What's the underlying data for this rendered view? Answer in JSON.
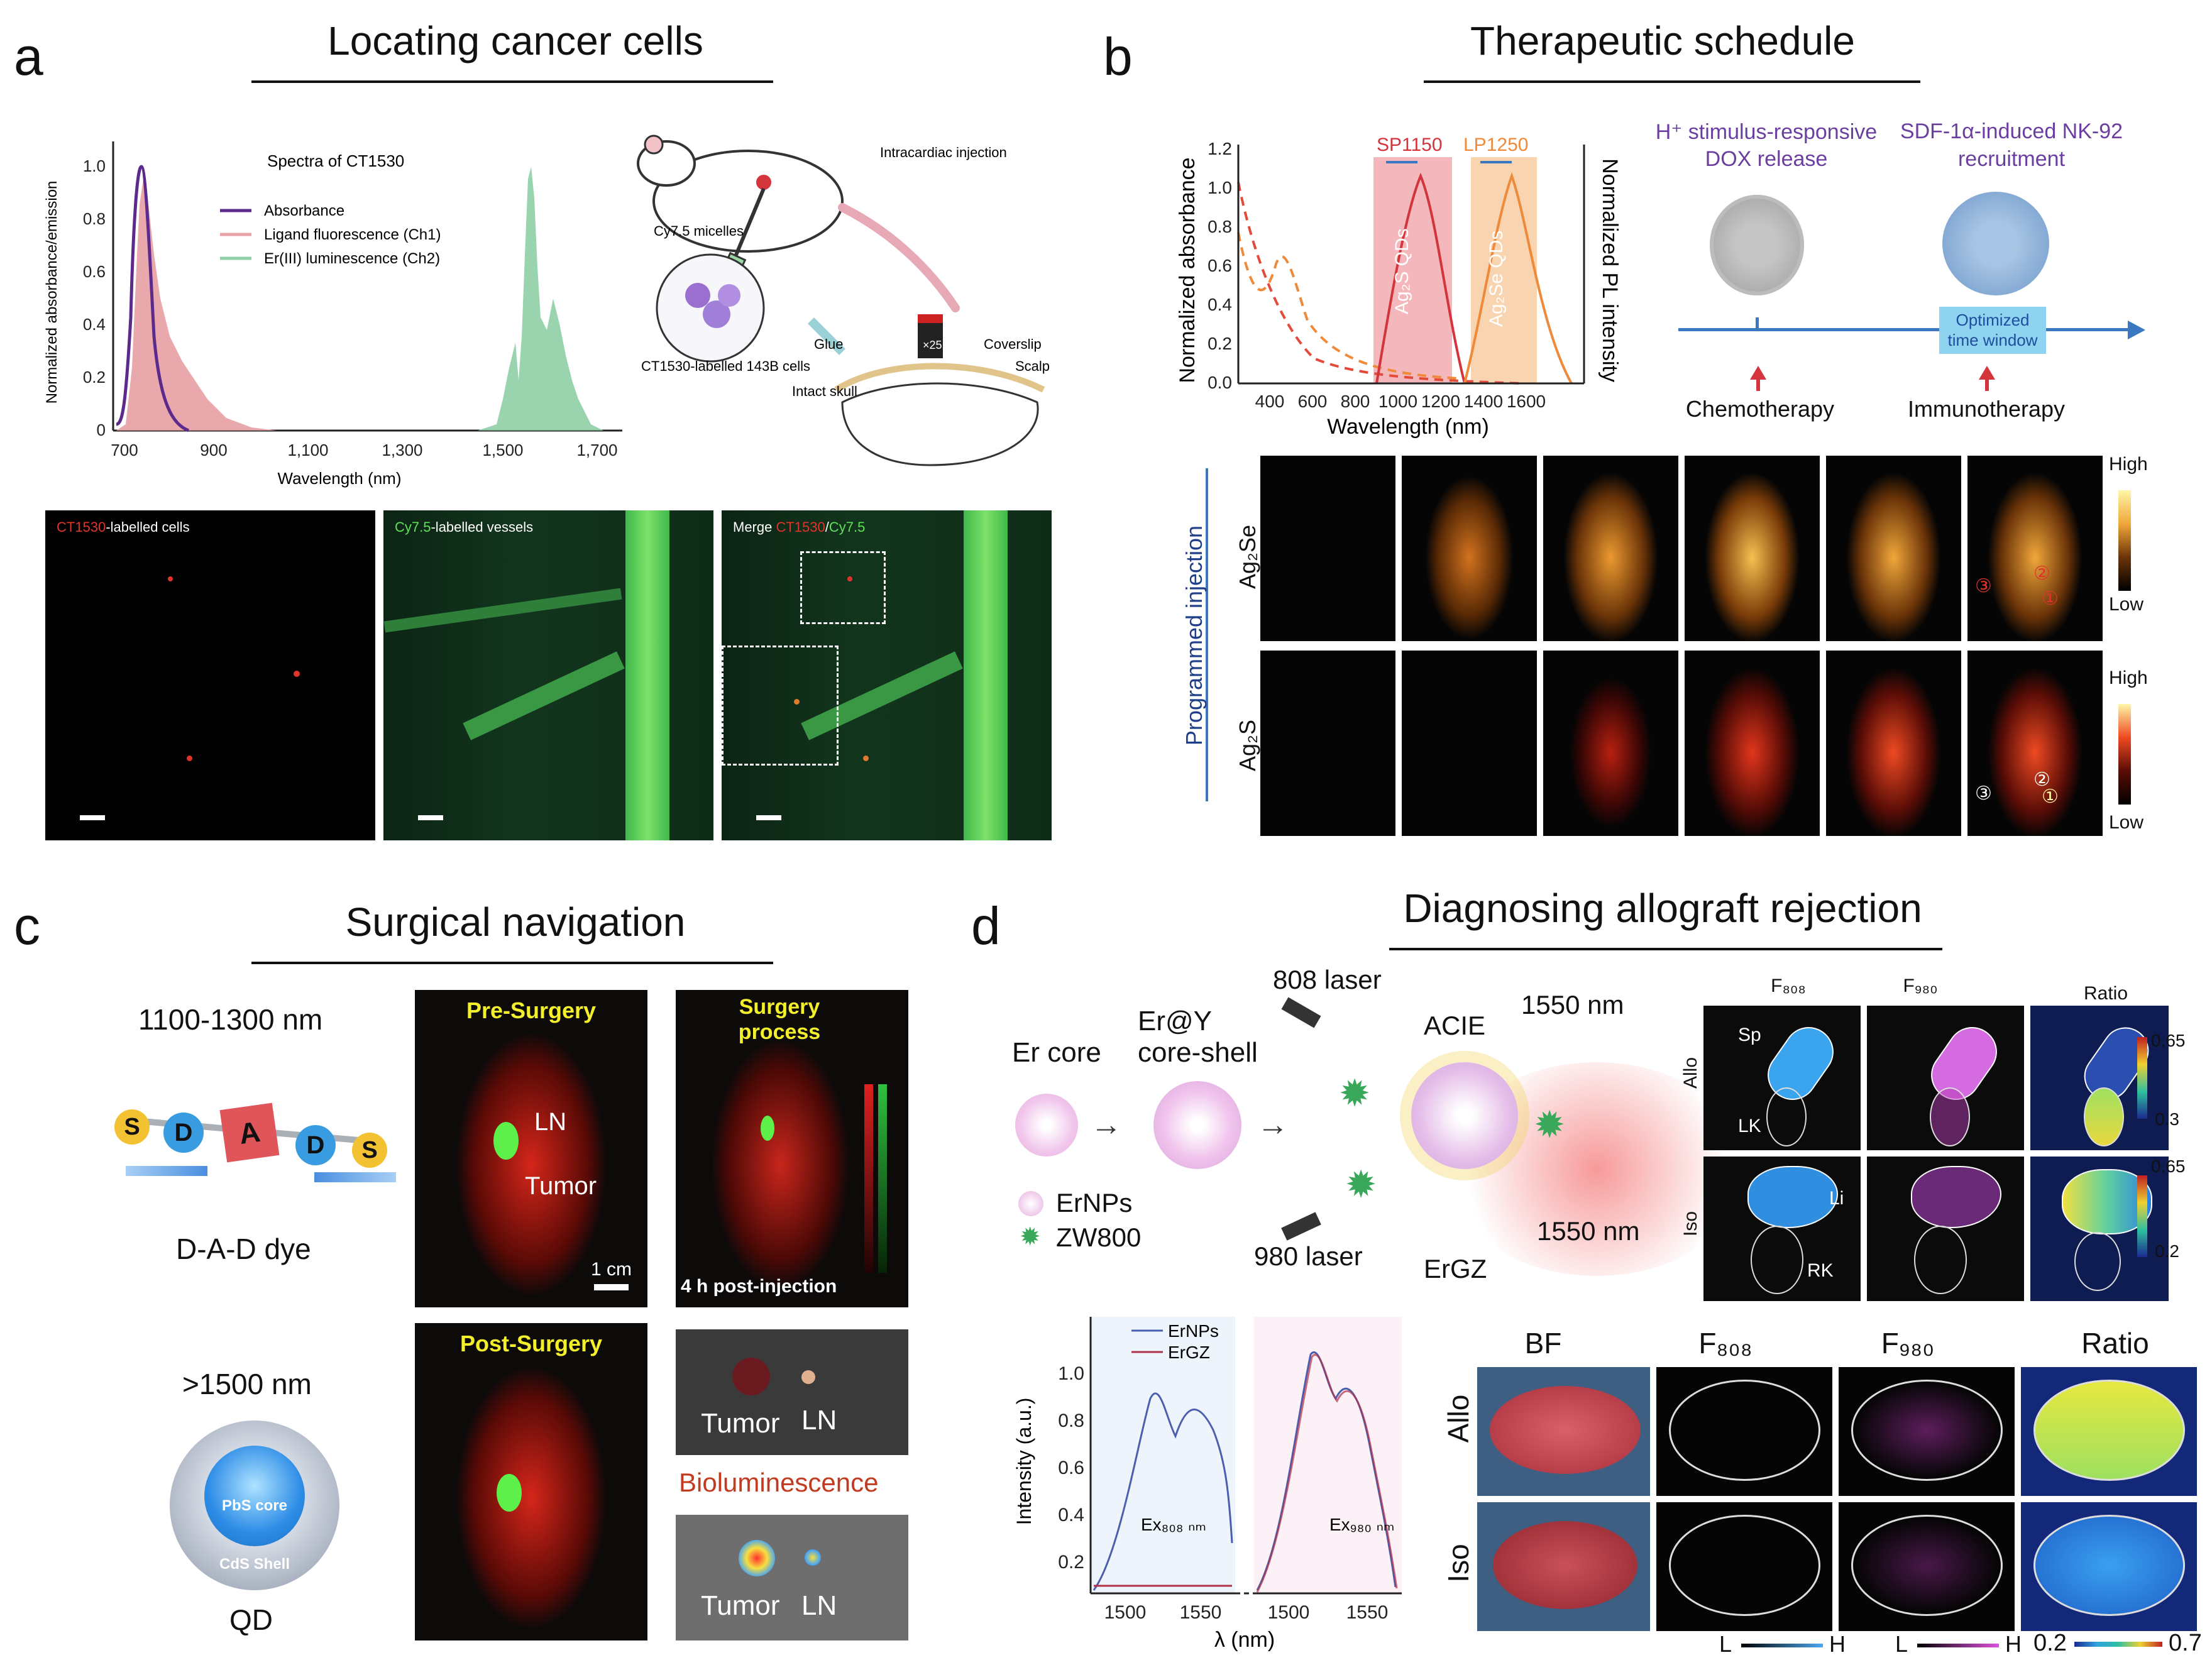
{
  "panels": {
    "a": {
      "letter": "a",
      "title": "Locating cancer cells",
      "chart": {
        "title": "Spectra of CT1530",
        "ylabel": "Normalized absorbance/emission",
        "xlabel": "Wavelength (nm)",
        "xticks": [
          "700",
          "900",
          "1,100",
          "1,300",
          "1,500",
          "1,700"
        ],
        "yticks": [
          "0",
          "0.2",
          "0.4",
          "0.6",
          "0.8",
          "1.0"
        ],
        "legend": [
          "Absorbance",
          "Ligand fluorescence (Ch1)",
          "Er(III) luminescence (Ch2)"
        ]
      },
      "schematic": {
        "intracardiac": "Intracardiac injection",
        "cy75": "Cy7.5 micelles",
        "ct1530cells": "CT1530-labelled 143B cells",
        "glue": "Glue",
        "coverslip": "Coverslip",
        "scalp": "Scalp",
        "intact_skull": "Intact skull",
        "objective": "×25"
      },
      "micro": {
        "m1": "-labelled cells",
        "m1_red": "CT1530",
        "m2": "-labelled vessels",
        "m2_green": "Cy7.5",
        "m3_prefix": "Merge ",
        "m3_red": "CT1530",
        "m3_sep": "/",
        "m3_green": "Cy7.5"
      }
    },
    "b": {
      "letter": "b",
      "title": "Therapeutic schedule",
      "chart": {
        "ylabel": "Normalized absorbance",
        "y2label": "Normalized PL intensity",
        "xlabel": "Wavelength (nm)",
        "xticks": [
          "400",
          "600",
          "800",
          "1000",
          "1200",
          "1400",
          "1600"
        ],
        "yticks": [
          "0.0",
          "0.2",
          "0.4",
          "0.6",
          "0.8",
          "1.0",
          "1.2"
        ],
        "sp": "SP1150",
        "lp": "LP1250",
        "ag2s": "Ag₂S QDs",
        "ag2se": "Ag₂Se QDs"
      },
      "schedule": {
        "h_stimulus": "H⁺ stimulus-responsive",
        "dox": "DOX release",
        "sdf": "SDF-1α-induced NK-92",
        "recruitment": "recruitment",
        "optimized": "Optimized",
        "time_window": "time window",
        "chemo": "Chemotherapy",
        "immuno": "Immunotherapy"
      },
      "imaging": {
        "programmed": "Programmed  injection",
        "row1": "Ag₂Se",
        "row2": "Ag₂S",
        "high": "High",
        "low": "Low",
        "m1": "①",
        "m2": "②",
        "m3": "③"
      }
    },
    "c": {
      "letter": "c",
      "title": "Surgical navigation",
      "nir": "1100-1300 nm",
      "dad": "D-A-D dye",
      "s": "S",
      "d": "D",
      "a": "A",
      "swir": ">1500 nm",
      "pbs": "PbS core",
      "cds": "CdS Shell",
      "qd": "QD",
      "pre": "Pre-Surgery",
      "ln": "LN",
      "tumor": "Tumor",
      "scale": "1 cm",
      "process1": "Surgery",
      "process2": "process",
      "post_inj": "4 h post-injection",
      "post": "Post-Surgery",
      "tumor2": "Tumor",
      "ln2": "LN",
      "biolum": "Bioluminescence",
      "tumor3": "Tumor",
      "ln3": "LN"
    },
    "d": {
      "letter": "d",
      "title": "Diagnosing allograft rejection",
      "er_core": "Er core",
      "ery1": "Er@Y",
      "ery2": "core-shell",
      "laser808": "808 laser",
      "laser980": "980 laser",
      "acie": "ACIE",
      "nm1550a": "1550 nm",
      "nm1550b": "1550 nm",
      "ergz": "ErGZ",
      "ernps": "ErNPs",
      "zw800": "ZW800",
      "grid_cols": [
        "F₈₀₈",
        "F₉₈₀",
        "Ratio"
      ],
      "allo": "Allo",
      "iso": "Iso",
      "sp": "Sp",
      "lk": "LK",
      "li": "Li",
      "rk": "RK",
      "cb1_top": "0.65",
      "cb1_bot": "0.3",
      "cb2_top": "0.65",
      "cb2_bot": "0.2",
      "spectrum": {
        "ylabel": "Intensity (a.u.)",
        "xlabel": "λ (nm)",
        "legend": [
          "ErNPs",
          "ErGZ"
        ],
        "yticks": [
          "0.2",
          "0.4",
          "0.6",
          "0.8",
          "1.0"
        ],
        "xticks": [
          "1500",
          "1550",
          "1500",
          "1550"
        ],
        "ex808": "Ex₈₀₈ ₙₘ",
        "ex980": "Ex₉₈₀ ₙₘ"
      },
      "bottom": {
        "bf": "BF",
        "f808": "F₈₀₈",
        "f980": "F₉₈₀",
        "ratio": "Ratio",
        "allo": "Allo",
        "iso": "Iso",
        "L1": "L",
        "H1": "H",
        "L2": "L",
        "H2": "H",
        "rmin": "0.2",
        "rmax": "0.7"
      }
    }
  },
  "colors": {
    "absorbance": "#5b2a8c",
    "ligand": "#e8a3a6",
    "er": "#8fcfa6",
    "blue_axis": "#3a78c2",
    "purple_text": "#6a3fa0",
    "red_text": "#d4343c",
    "orange": "#ee8a3a"
  }
}
